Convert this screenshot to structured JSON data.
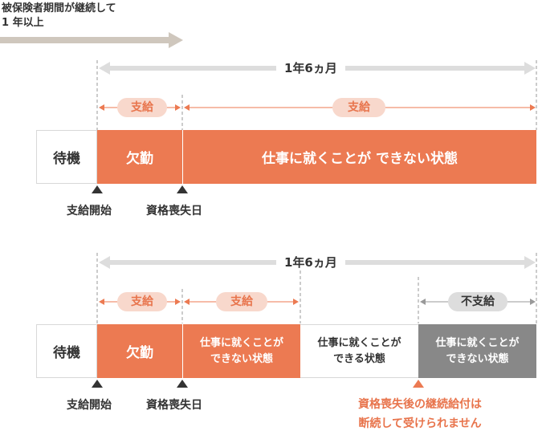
{
  "caption": {
    "line1": "被保険者期間が継続して",
    "line2": "1 年以上"
  },
  "top": {
    "period_label": "1年6ヵ月",
    "pay_label_1": "支給",
    "pay_label_2": "支給",
    "wait_label": "待機",
    "absence_label": "欠勤",
    "unable_label": "仕事に就くことが できない状態",
    "marker_start": "支給開始",
    "marker_loss": "資格喪失日"
  },
  "bottom": {
    "period_label": "1年6ヵ月",
    "pay_label_1": "支給",
    "pay_label_2": "支給",
    "nopay_label": "不支給",
    "wait_label": "待機",
    "absence_label": "欠勤",
    "unable1_line1": "仕事に就くことが",
    "unable1_line2": "できない状態",
    "able_line1": "仕事に就くことが",
    "able_line2": "できる状態",
    "unable2_line1": "仕事に就くことが",
    "unable2_line2": "できない状態",
    "marker_start": "支給開始",
    "marker_loss": "資格喪失日",
    "note_line1": "資格喪失後の継続給付は",
    "note_line2": "断続して受けられません"
  },
  "colors": {
    "orange": "#ec7a52",
    "orange_light": "#f8d8cc",
    "gray_block": "#888888",
    "gray_light": "#dddddd",
    "beige_arrow": "#cfc7bd"
  }
}
